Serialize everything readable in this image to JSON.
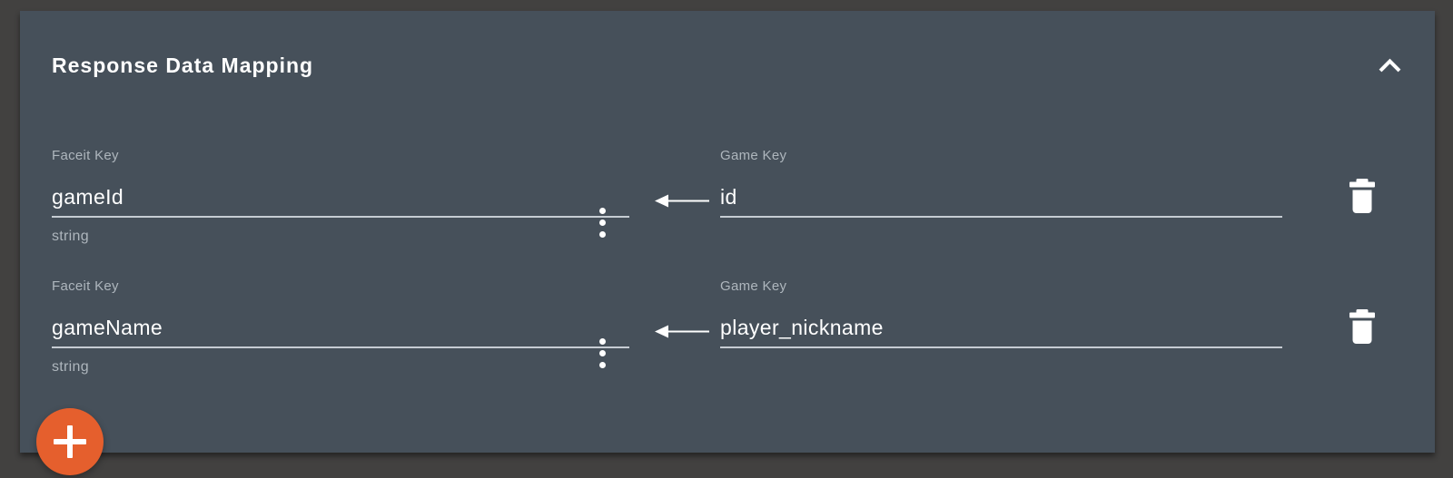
{
  "panel": {
    "title": "Response Data Mapping"
  },
  "mappings": [
    {
      "faceit_key_label": "Faceit Key",
      "faceit_key_value": "gameId",
      "faceit_key_type": "string",
      "game_key_label": "Game Key",
      "game_key_value": "id"
    },
    {
      "faceit_key_label": "Faceit Key",
      "faceit_key_value": "gameName",
      "faceit_key_type": "string",
      "game_key_label": "Game Key",
      "game_key_value": "player_nickname"
    }
  ],
  "icons": {
    "collapse": "chevron-up-icon",
    "more_options": "vertical-dots-icon",
    "mapping_arrow": "arrow-left-icon",
    "delete": "trash-icon",
    "add": "plus-icon"
  },
  "colors": {
    "outer_bg": "#424140",
    "panel_bg": "#46505a",
    "accent_orange": "#e55f2d",
    "label_gray": "#aeb6bd",
    "underline_gray": "#c6ccd3",
    "text_white": "#ffffff"
  }
}
